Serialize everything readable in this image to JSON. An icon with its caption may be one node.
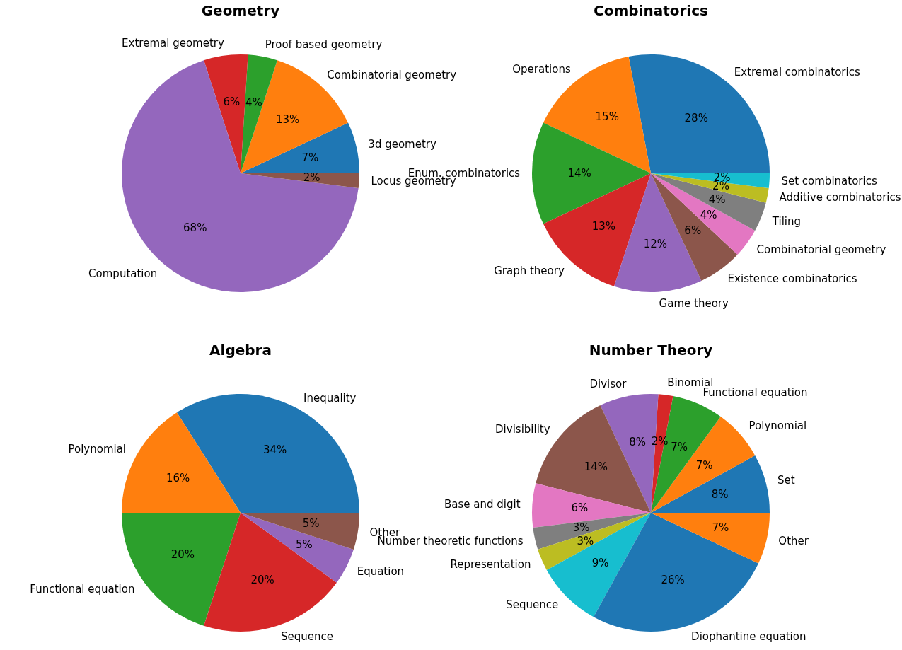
{
  "diagram": {
    "chart_data": [
      {
        "type": "pie",
        "title": "Geometry",
        "categories": [
          "3d geometry",
          "Combinatorial geometry",
          "Proof based geometry",
          "Extremal geometry",
          "Computation",
          "Locus geometry"
        ],
        "values": [
          7,
          13,
          4,
          6,
          68,
          2
        ],
        "value_labels": [
          "7%",
          "13%",
          "4%",
          "6%",
          "68%",
          "2%"
        ],
        "colors": [
          "#1f77b4",
          "#ff7f0e",
          "#2ca02c",
          "#d62728",
          "#9467bd",
          "#8c564b"
        ]
      },
      {
        "type": "pie",
        "title": "Combinatorics",
        "categories": [
          "Extremal combinatorics",
          "Operations",
          "Enum. combinatorics",
          "Graph theory",
          "Game theory",
          "Existence combinatorics",
          "Combinatorial geometry",
          "Tiling",
          "Additive combinatorics",
          "Set combinatorics"
        ],
        "values": [
          28,
          15,
          14,
          13,
          12,
          6,
          4,
          4,
          2,
          2
        ],
        "value_labels": [
          "28%",
          "15%",
          "14%",
          "13%",
          "12%",
          "6%",
          "4%",
          "4%",
          "2%",
          "2%"
        ],
        "colors": [
          "#1f77b4",
          "#ff7f0e",
          "#2ca02c",
          "#d62728",
          "#9467bd",
          "#8c564b",
          "#e377c2",
          "#7f7f7f",
          "#bcbd22",
          "#17becf"
        ]
      },
      {
        "type": "pie",
        "title": "Algebra",
        "categories": [
          "Inequality",
          "Polynomial",
          "Functional equation",
          "Sequence",
          "Equation",
          "Other"
        ],
        "values": [
          34,
          16,
          20,
          20,
          5,
          5
        ],
        "value_labels": [
          "34%",
          "16%",
          "20%",
          "20%",
          "5%",
          "5%"
        ],
        "colors": [
          "#1f77b4",
          "#ff7f0e",
          "#2ca02c",
          "#d62728",
          "#9467bd",
          "#8c564b"
        ]
      },
      {
        "type": "pie",
        "title": "Number Theory",
        "categories": [
          "Set",
          "Polynomial",
          "Functional equation",
          "Binomial",
          "Divisor",
          "Divisibility",
          "Base and digit",
          "Number theoretic functions",
          "Representation",
          "Sequence",
          "Diophantine equation",
          "Other"
        ],
        "values": [
          8,
          7,
          7,
          2,
          8,
          14,
          6,
          3,
          3,
          9,
          26,
          7
        ],
        "value_labels": [
          "8%",
          "7%",
          "7%",
          "2%",
          "8%",
          "14%",
          "6%",
          "3%",
          "3%",
          "9%",
          "26%",
          "7%"
        ],
        "colors": [
          "#1f77b4",
          "#ff7f0e",
          "#2ca02c",
          "#d62728",
          "#9467bd",
          "#8c564b",
          "#e377c2",
          "#7f7f7f",
          "#bcbd22",
          "#17becf",
          "#1f77b4",
          "#ff7f0e"
        ]
      }
    ]
  }
}
